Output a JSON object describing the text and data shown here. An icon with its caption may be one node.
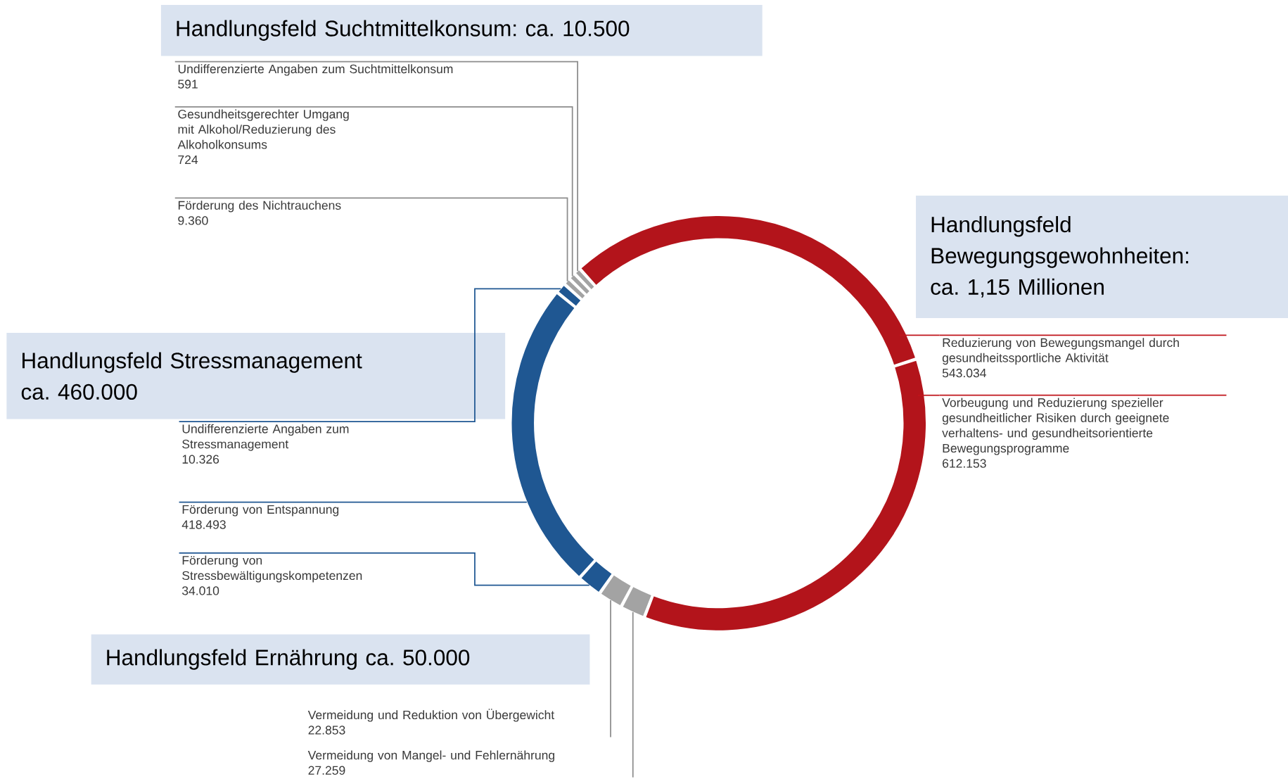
{
  "diagram": {
    "nodes": [
      {
        "text": [
          "Handlungsfeld Suchtmittelkonsum: ca. 10.500"
        ]
      },
      {
        "text": [
          "Undifferenzierte Angaben zum Suchtmittelkonsum",
          "591"
        ]
      },
      {
        "text": [
          "Gesundheitsgerechter Umgang mit Alkohol/Reduzierung des Alkoholkonsums",
          "724"
        ]
      },
      {
        "text": [
          "Förderung des Nichtrauchens",
          "9.360"
        ]
      },
      {
        "text": [
          "Handlungsfeld Bewegungsgewohnheiten: ca. 1,15 Millionen"
        ]
      },
      {
        "text": [
          "Handlungsfeld Stressmanagement ca. 460.000"
        ]
      },
      {
        "text": [
          "Reduzierung von Bewegungsmangel durch gesundheitssportliche Aktivität",
          "543.034"
        ]
      },
      {
        "text": [
          "Vorbeugung und Reduzierung spezieller gesundheitlicher Risiken durch geeignete verhaltens- und gesundheitsorientierte Bewegungsprogramme",
          "612.153"
        ]
      },
      {
        "text": [
          "Undifferenzierte Angaben zum Stressmanagement",
          "10.326"
        ]
      },
      {
        "text": [
          "Förderung von Entspannung",
          "418.493"
        ]
      },
      {
        "text": [
          "Förderung von Stressbewältigungskompetenzen",
          "34.010"
        ]
      },
      {
        "text": [
          "Handlungsfeld Ernährung  ca. 50.000"
        ]
      },
      {
        "text": [
          "Vermeidung und Reduktion von Übergewicht",
          "22.853"
        ]
      },
      {
        "text": [
          "Vermeidung von Mangel- und Fehlernährung",
          "27.259"
        ]
      },
      {
        "text": [],
        "shape": "arc"
      },
      {
        "text": [],
        "shape": "arc"
      },
      {
        "text": [],
        "shape": "arc"
      },
      {
        "text": [],
        "shape": "arc"
      },
      {
        "text": [],
        "shape": "arc"
      },
      {
        "text": [],
        "shape": "arc"
      },
      {
        "text": [],
        "shape": "arc"
      },
      {
        "text": [],
        "shape": "arc"
      },
      {
        "text": [],
        "shape": "arc"
      },
      {
        "text": [],
        "shape": "arc"
      }
    ],
    "edges": [
      {
        "from": 1,
        "to": 14,
        "arrow": "none"
      },
      {
        "from": 2,
        "to": 15,
        "arrow": "none"
      },
      {
        "from": 3,
        "to": 16,
        "arrow": "none"
      },
      {
        "from": 6,
        "to": 17,
        "arrow": "none",
        "color": "#c0141b"
      },
      {
        "from": 7,
        "to": 18,
        "arrow": "none",
        "color": "#c0141b"
      },
      {
        "from": 8,
        "to": 19,
        "arrow": "none",
        "color": "#1f5792"
      },
      {
        "from": 9,
        "to": 20,
        "arrow": "none",
        "color": "#1f5792"
      },
      {
        "from": 10,
        "to": 21,
        "arrow": "none",
        "color": "#1f5792"
      },
      {
        "from": 12,
        "to": 22,
        "arrow": "none"
      },
      {
        "from": 13,
        "to": 23,
        "arrow": "none"
      }
    ]
  }
}
